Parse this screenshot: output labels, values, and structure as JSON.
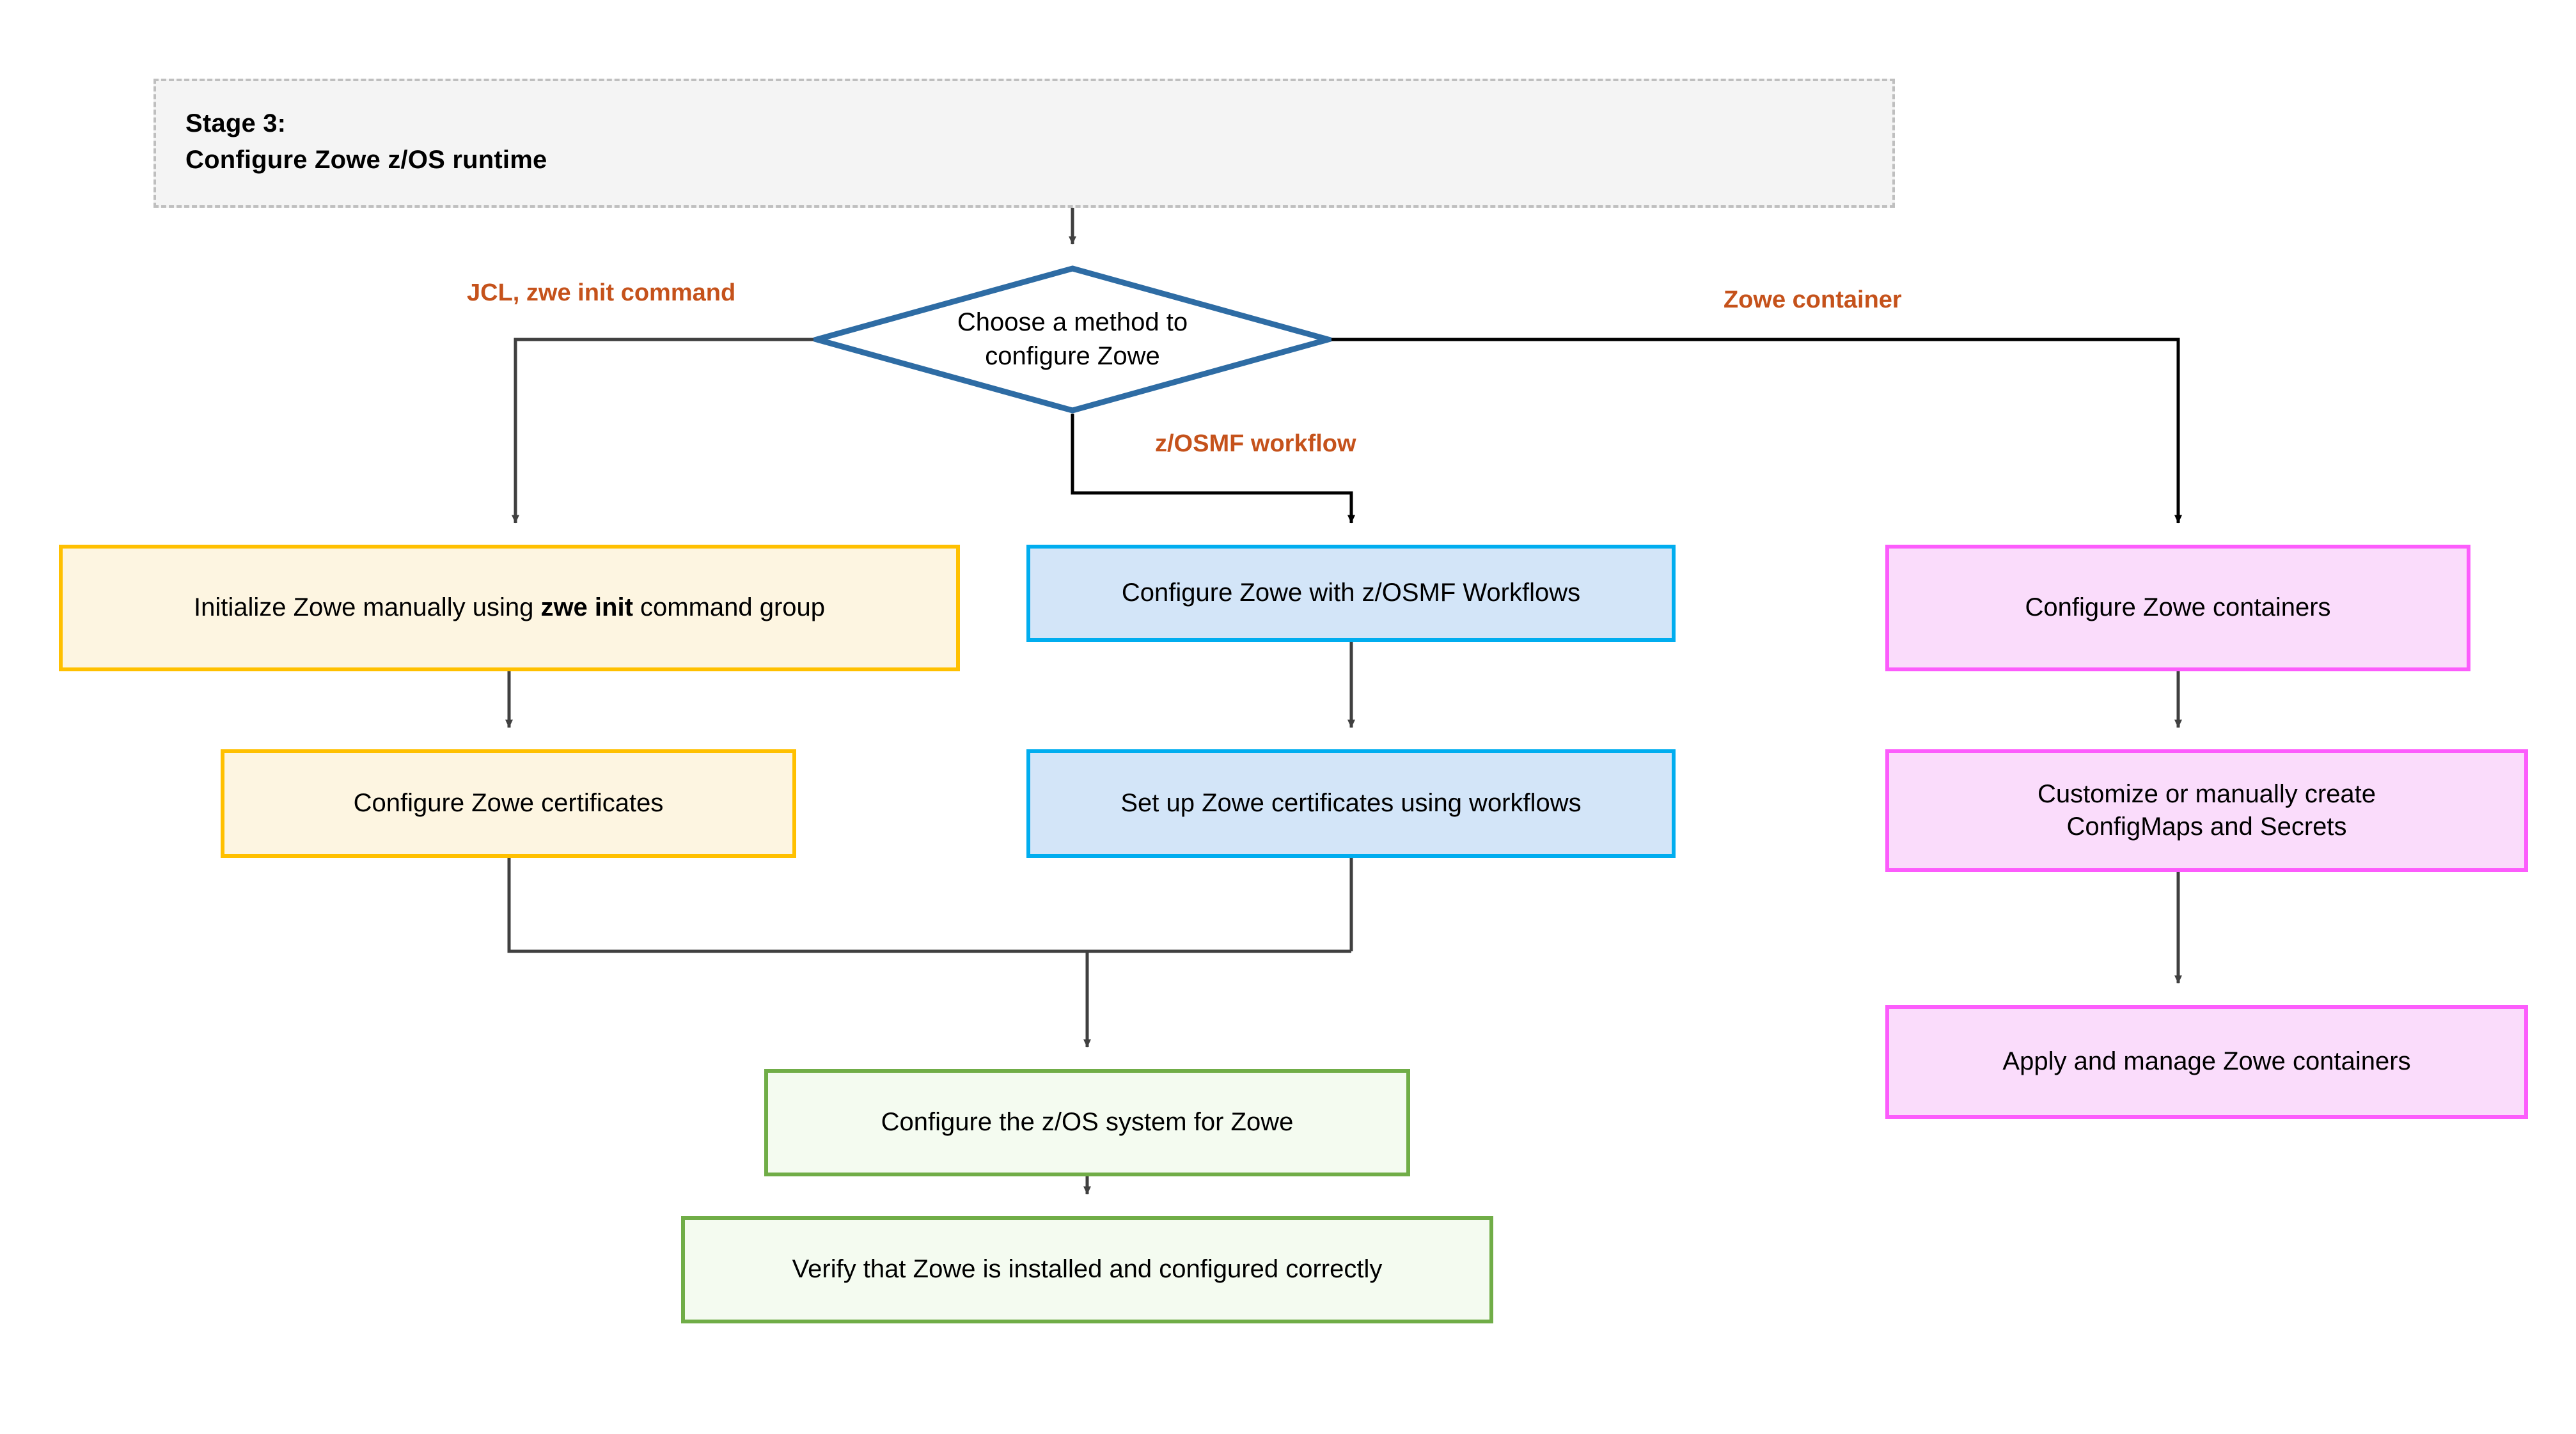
{
  "diagram": {
    "title_lines": [
      "Stage 3:",
      "Configure Zowe z/OS runtime"
    ],
    "decision": {
      "label": "Choose a method to configure Zowe"
    },
    "edge_labels": {
      "left": "JCL, zwe init command",
      "middle": "z/OSMF workflow",
      "right": "Zowe container"
    },
    "branches": {
      "manual": {
        "color": "#ffc000",
        "fill": "#fdf5e1",
        "nodes": [
          {
            "id": "init-manual",
            "text_before": "Initialize Zowe manually using ",
            "text_bold": "zwe init",
            "text_after": " command group"
          },
          {
            "id": "certs-manual",
            "text": "Configure Zowe certificates"
          }
        ]
      },
      "workflow": {
        "color": "#00adef",
        "fill": "#d3e5f8",
        "nodes": [
          {
            "id": "wf-configure",
            "text": "Configure Zowe with z/OSMF Workflows"
          },
          {
            "id": "wf-certs",
            "text": "Set up Zowe certificates using workflows"
          }
        ]
      },
      "container": {
        "color": "#fc5cfc",
        "fill": "#fadcfb",
        "nodes": [
          {
            "id": "cnt-configure",
            "text": "Configure Zowe containers"
          },
          {
            "id": "cnt-maps",
            "line1": "Customize or manually create",
            "line2": "ConfigMaps and Secrets"
          },
          {
            "id": "cnt-apply",
            "text": "Apply and manage Zowe containers"
          }
        ]
      },
      "common": {
        "color": "#70ad47",
        "fill": "#f4fbf0",
        "nodes": [
          {
            "id": "zos-system",
            "text": "Configure the z/OS system for Zowe"
          },
          {
            "id": "verify",
            "text": "Verify that Zowe is installed and configured correctly"
          }
        ]
      }
    },
    "colors": {
      "header_border": "#bfbfbf",
      "header_fill": "#f4f4f4",
      "decision_border": "#2e6ca4",
      "edge_label_color": "#c5521b",
      "connector_gray": "#404040",
      "connector_black": "#000000"
    }
  }
}
